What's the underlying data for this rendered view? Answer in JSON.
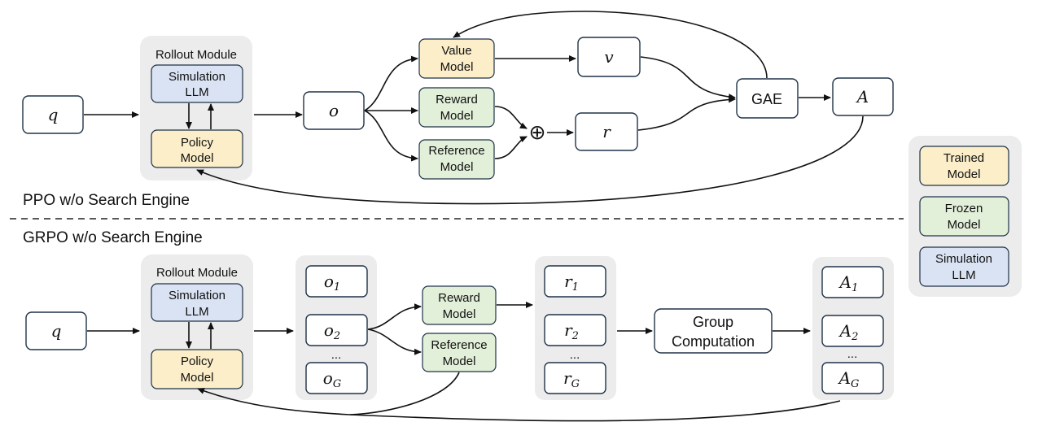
{
  "ppo": {
    "section_title": "PPO w/o Search Engine",
    "input": "q",
    "rollout_title": "Rollout Module",
    "simulation_llm": [
      "Simulation",
      "LLM"
    ],
    "policy_model": [
      "Policy",
      "Model"
    ],
    "output": "o",
    "value_model": [
      "Value",
      "Model"
    ],
    "reward_model": [
      "Reward",
      "Model"
    ],
    "reference_model": [
      "Reference",
      "Model"
    ],
    "value": "v",
    "reward": "r",
    "plus": "⊕",
    "gae": "GAE",
    "advantage": "A"
  },
  "grpo": {
    "section_title": "GRPO w/o Search Engine",
    "input": "q",
    "rollout_title": "Rollout Module",
    "simulation_llm": [
      "Simulation",
      "LLM"
    ],
    "policy_model": [
      "Policy",
      "Model"
    ],
    "outputs": {
      "first": "o",
      "first_sub": "1",
      "second": "o",
      "second_sub": "2",
      "ellipsis": "...",
      "last": "o",
      "last_sub": "G"
    },
    "reward_model": [
      "Reward",
      "Model"
    ],
    "reference_model": [
      "Reference",
      "Model"
    ],
    "rewards": {
      "first": "r",
      "first_sub": "1",
      "second": "r",
      "second_sub": "2",
      "ellipsis": "...",
      "last": "r",
      "last_sub": "G"
    },
    "group_computation": [
      "Group",
      "Computation"
    ],
    "advantages": {
      "first": "A",
      "first_sub": "1",
      "second": "A",
      "second_sub": "2",
      "ellipsis": "...",
      "last": "A",
      "last_sub": "G"
    }
  },
  "legend": {
    "trained": [
      "Trained",
      "Model"
    ],
    "frozen": [
      "Frozen",
      "Model"
    ],
    "simulation": [
      "Simulation",
      "LLM"
    ]
  },
  "colors": {
    "trained": "#fbeec9",
    "frozen": "#e2efd9",
    "simulation": "#dae3f3",
    "panel": "#ececec",
    "box_stroke": "#1f3348"
  }
}
